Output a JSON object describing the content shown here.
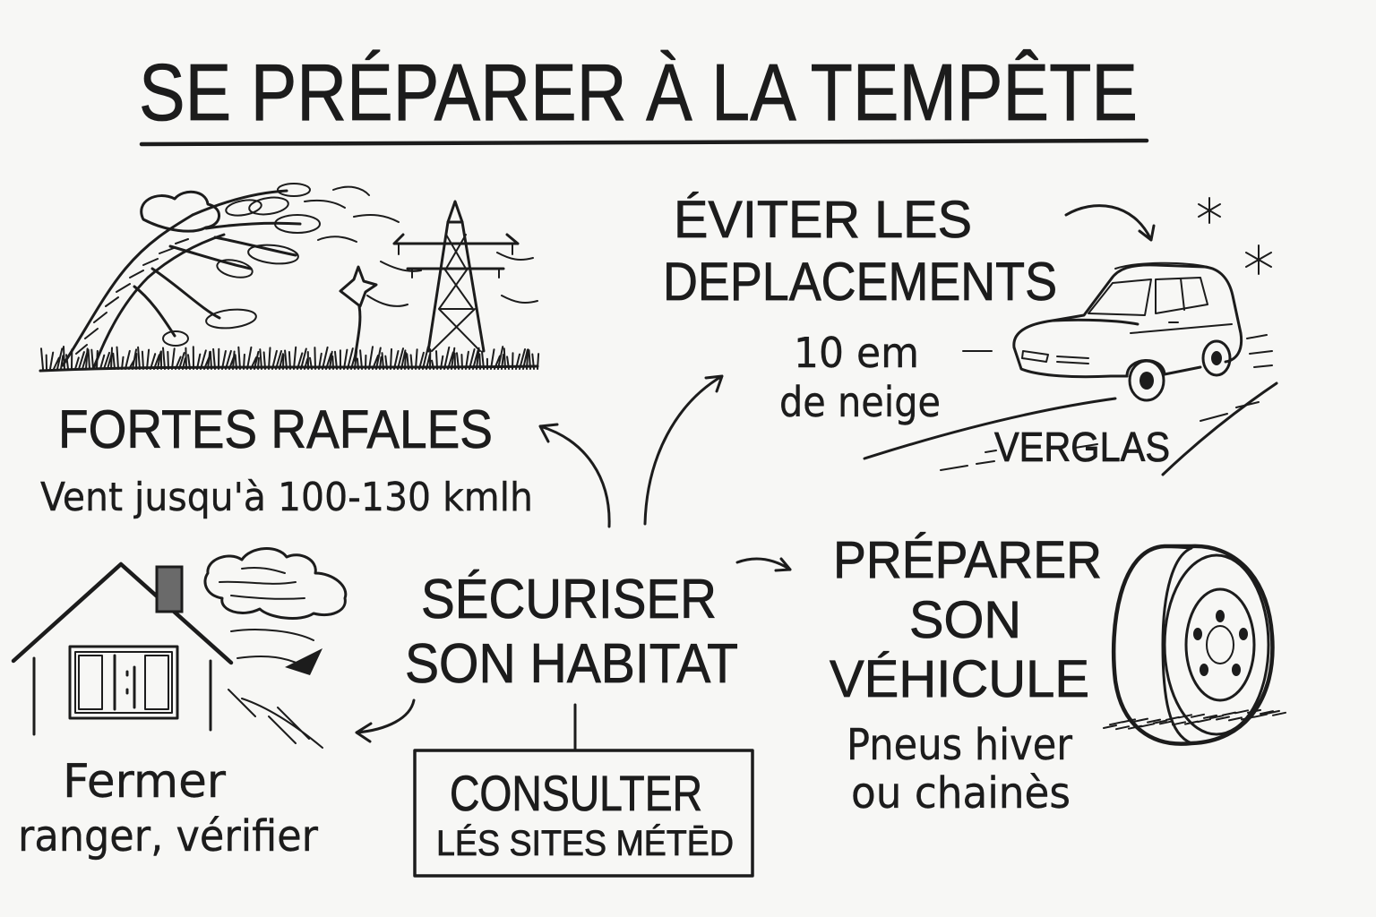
{
  "title": "SE PRÉPARER À LA TEMPÊTE",
  "gusts": {
    "heading": "FORTES RAFALES",
    "detail": "Vent jusqu'à 100-130 kmlh"
  },
  "travel": {
    "heading_line1": "ÉVITER LES",
    "heading_line2": "DEPLACEMENTS",
    "snow_line1": "10 em",
    "snow_line2": "de neige",
    "road_label": "VERGLAS"
  },
  "center": {
    "line1": "SÉCURISER",
    "line2": "SON HABITAT"
  },
  "home": {
    "line1": "Fermer",
    "line2": "ranger, vérifier"
  },
  "vehicle": {
    "heading_line1": "PRÉPARER",
    "heading_line2": "SON",
    "heading_line3": "VÉHICULE",
    "detail_line1": "Pneus hiver",
    "detail_line2": "ou chainès"
  },
  "weather_box": {
    "line1": "CONSULTER",
    "line2": "LÉS SITES MÉTĒD"
  },
  "icons": {
    "storm": "windblown-tree-icon",
    "pylon": "power-pylon-icon",
    "car": "car-icon",
    "snow": "snowflake-icon",
    "house": "house-icon",
    "cloud": "wind-cloud-icon",
    "tire": "winter-tire-icon"
  },
  "colors": {
    "ink": "#1c1c1c",
    "paper": "#f7f7f5"
  }
}
